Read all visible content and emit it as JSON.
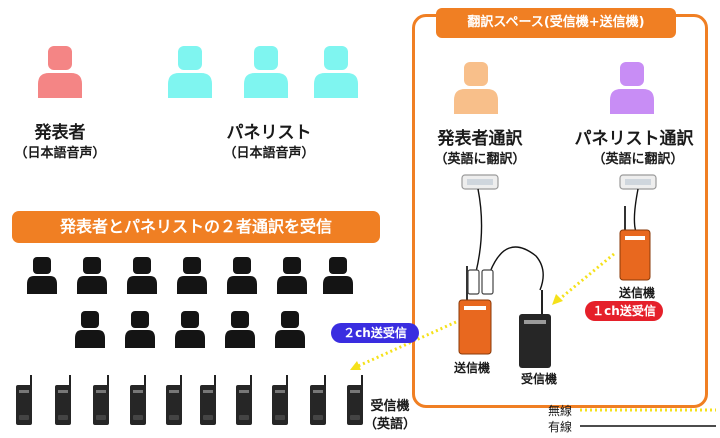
{
  "space_title": "翻訳スペース(受信機+送信機)",
  "presenter": {
    "name": "発表者",
    "lang": "（日本語音声）"
  },
  "panelist": {
    "name": "パネリスト",
    "lang": "（日本語音声）"
  },
  "presenter_interp": {
    "name": "発表者通訳",
    "lang": "（英語に翻訳）"
  },
  "panelist_interp": {
    "name": "パネリスト通訳",
    "lang": "（英語に翻訳）"
  },
  "banner": "発表者とパネリストの２者通訳を受信",
  "transmitter_label": "送信機",
  "transmitter_label_right": "送信機",
  "receiver_label": "受信機",
  "receiver_group_label": "受信機",
  "receiver_group_lang": "（英語）",
  "ch2_tag": "２ch送受信",
  "ch1_tag": "１ch送受信",
  "legend": {
    "wireless": "無線",
    "wired": "有線"
  },
  "colors": {
    "orange": "#f07f23",
    "presenter_person": "#f48585",
    "panelist_person": "#7ff5f0",
    "presenter_interp_person": "#f8bf8a",
    "panelist_interp_person": "#c88df5",
    "audience_person": "#141414",
    "device_orange": "#e8681f",
    "device_black": "#262626",
    "wireless_line": "#f5e11a",
    "blue_tag": "#3a2de0",
    "red_tag": "#e5202a"
  }
}
